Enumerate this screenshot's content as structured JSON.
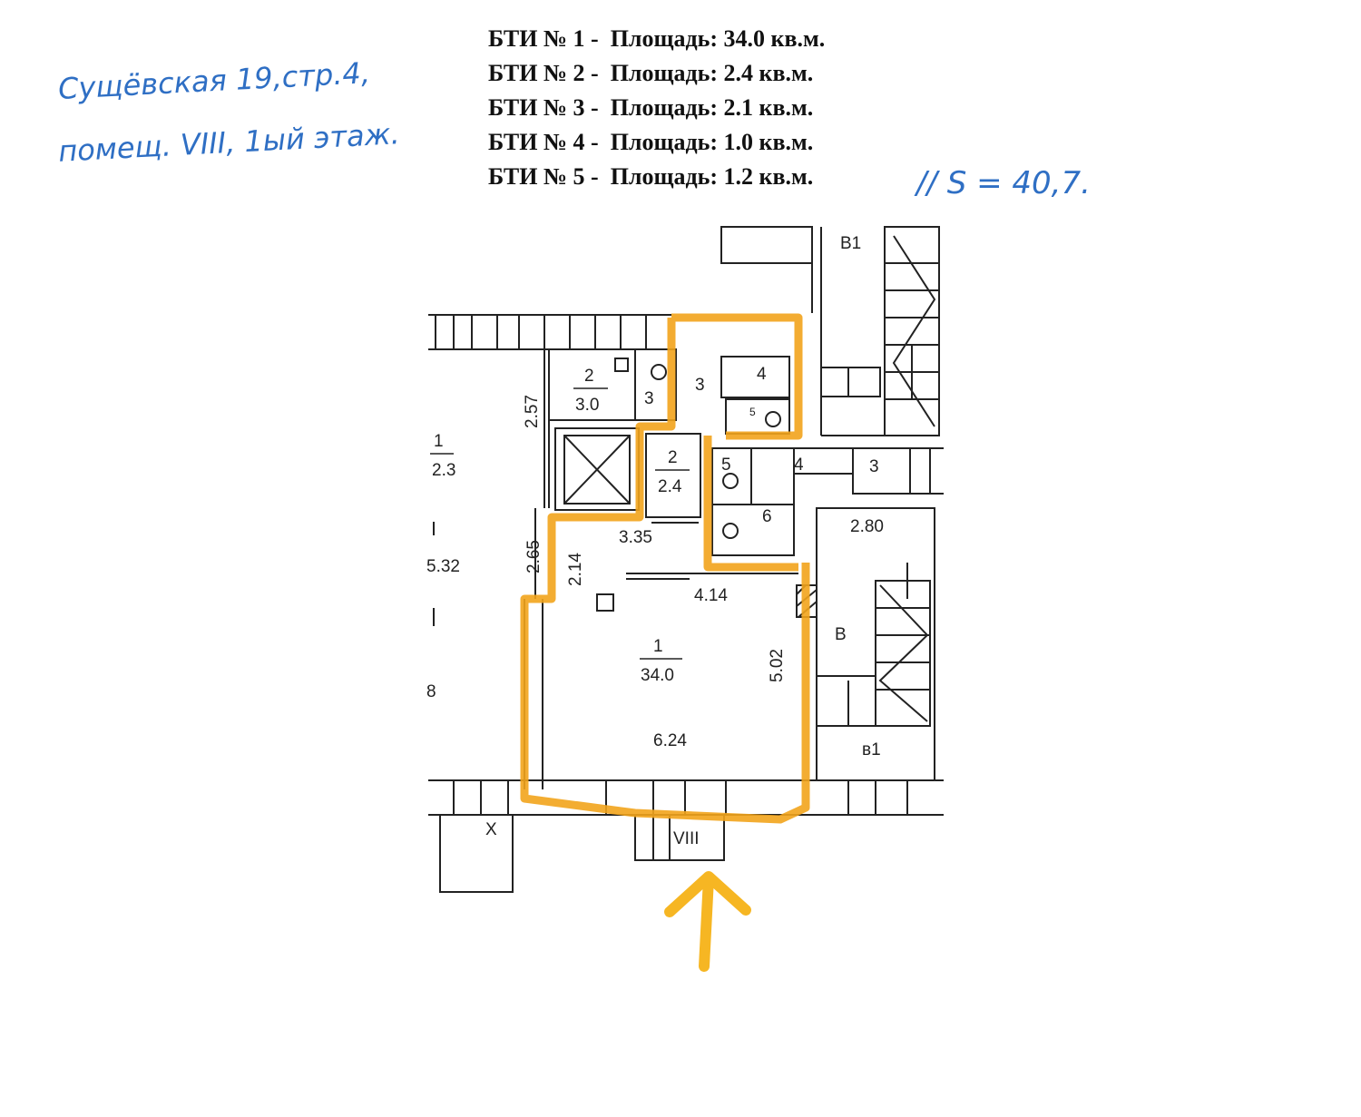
{
  "bti_list": [
    {
      "label": "БТИ № 1 -",
      "area": "Площадь: 34.0 кв.м."
    },
    {
      "label": "БТИ № 2 -",
      "area": "Площадь: 2.4 кв.м."
    },
    {
      "label": "БТИ № 3 -",
      "area": "Площадь: 2.1 кв.м."
    },
    {
      "label": "БТИ № 4 -",
      "area": "Площадь: 1.0 кв.м."
    },
    {
      "label": "БТИ № 5 -",
      "area": "Площадь: 1.2 кв.м."
    }
  ],
  "handwriting": {
    "line1": "Сущёвская 19,стр.4,",
    "line2": "помещ. VIII, 1ый этаж.",
    "total": "// S = 40,7."
  },
  "plan": {
    "labels": {
      "b1_top": "В1",
      "b_mid": "В",
      "b1_bottom": "в1",
      "room2_num": "2",
      "room2_area": "3.0",
      "room3_left": "3",
      "room3": "3",
      "room4": "4",
      "room5_small": "5",
      "room2b_num": "2",
      "room2b_area": "2.4",
      "room5": "5",
      "room4_right": "4",
      "room3_right": "3",
      "room6": "6",
      "room1_num": "1",
      "room1_area": "34.0",
      "left_1": "1",
      "left_area": "2.3",
      "left_532": "5.32",
      "left_8": "8",
      "entrance_x": "X",
      "entrance_viii": "VIII"
    },
    "dimensions": {
      "d257": "2.57",
      "d265": "2.65",
      "d214": "2.14",
      "d335": "3.35",
      "d414": "4.14",
      "d502": "5.02",
      "d624": "6.24",
      "d280": "2.80"
    }
  },
  "colors": {
    "highlight": "#f2a41c",
    "arrow": "#f6b623",
    "ink": "#2f6fc4",
    "lines": "#222222"
  }
}
